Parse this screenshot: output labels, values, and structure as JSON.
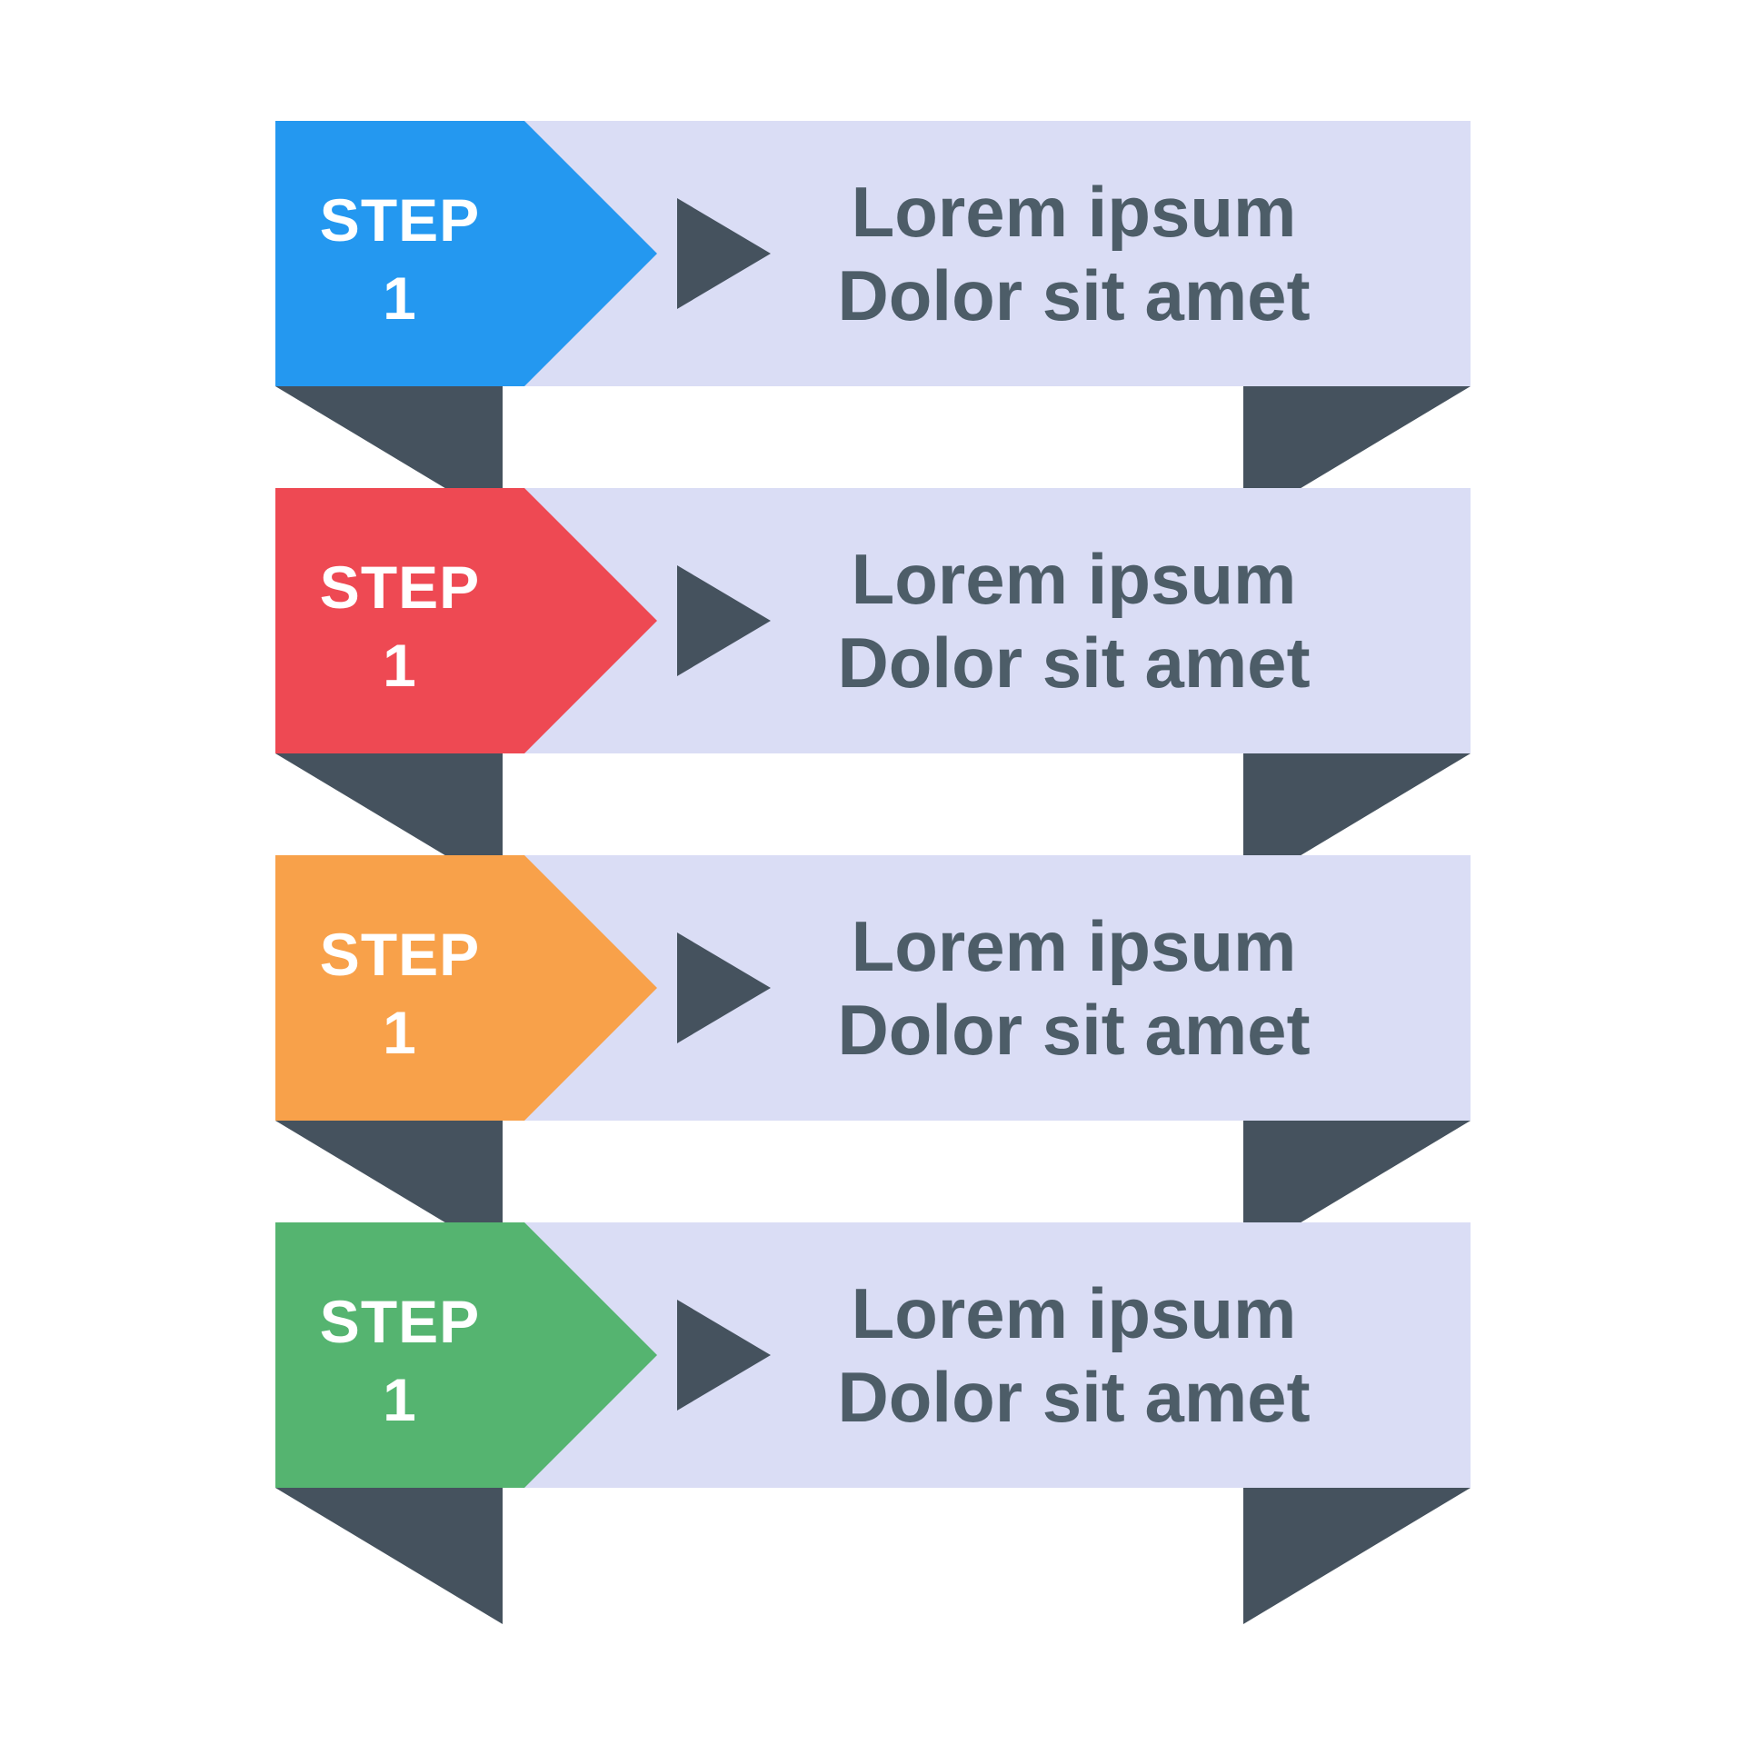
{
  "canvas": {
    "background": "#ffffff"
  },
  "palette": {
    "band_background": "#daddf5",
    "fold_color": "#45525e",
    "pointer_color": "#45525e",
    "title_text_color": "#4d5d68",
    "badge_text_color": "#ffffff"
  },
  "icons": {
    "pointer": "play-triangle",
    "fold": "ribbon-fold-triangle"
  },
  "steps": [
    {
      "badge_word": "STEP",
      "badge_number": "1",
      "badge_color": "#2498f0",
      "title_line1": "Lorem ipsum",
      "title_line2": "Dolor sit amet"
    },
    {
      "badge_word": "STEP",
      "badge_number": "1",
      "badge_color": "#ee4953",
      "title_line1": "Lorem ipsum",
      "title_line2": "Dolor sit amet"
    },
    {
      "badge_word": "STEP",
      "badge_number": "1",
      "badge_color": "#f8a14a",
      "title_line1": "Lorem ipsum",
      "title_line2": "Dolor sit amet"
    },
    {
      "badge_word": "STEP",
      "badge_number": "1",
      "badge_color": "#55b470",
      "title_line1": "Lorem ipsum",
      "title_line2": "Dolor sit amet"
    }
  ]
}
